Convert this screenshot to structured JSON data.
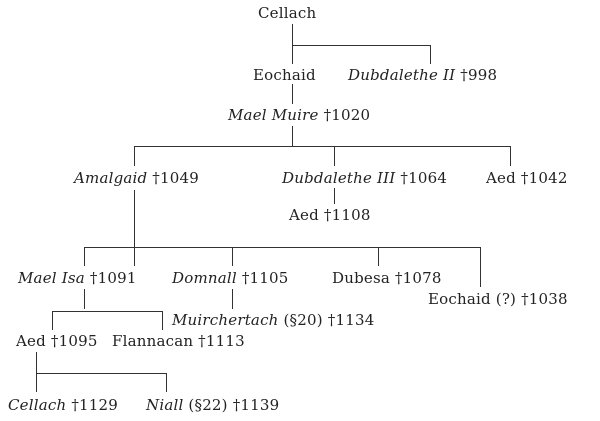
{
  "people": {
    "cellach_root": {
      "given": "Cellach",
      "suffix": "",
      "italic": false
    },
    "eochaid": {
      "given": "Eochaid",
      "suffix": "",
      "italic": false
    },
    "dubdalethe_ii": {
      "given": "Dubdalethe II",
      "suffix": " †998",
      "italic": true
    },
    "mael_muire": {
      "given": "Mael Muire",
      "suffix": " †1020",
      "italic": true
    },
    "amalgaid": {
      "given": "Amalgaid",
      "suffix": " †1049",
      "italic": true
    },
    "dubdalethe_iii": {
      "given": "Dubdalethe III",
      "suffix": " †1064",
      "italic": true
    },
    "aed_1042": {
      "given": "Aed",
      "suffix": " †1042",
      "italic": false
    },
    "aed_1108": {
      "given": "Aed",
      "suffix": " †1108",
      "italic": false
    },
    "mael_isa": {
      "given": "Mael Isa",
      "suffix": " †1091",
      "italic": true
    },
    "domnall": {
      "given": "Domnall",
      "suffix": " †1105",
      "italic": true
    },
    "dubesa": {
      "given": "Dubesa",
      "suffix": " †1078",
      "italic": false
    },
    "eochaid_q": {
      "given": "Eochaid",
      "suffix": " (?) †1038",
      "italic": false
    },
    "muirchertach": {
      "given": "Muirchertach",
      "suffix": " (§20) †1134",
      "italic": true
    },
    "aed_1095": {
      "given": "Aed",
      "suffix": " †1095",
      "italic": false
    },
    "flannacan": {
      "given": "Flannacan",
      "suffix": " †1113",
      "italic": false
    },
    "cellach_1129": {
      "given": "Cellach",
      "suffix": " †1129",
      "italic": true
    },
    "niall": {
      "given": "Niall",
      "suffix": " (§22) †1139",
      "italic": true
    }
  },
  "colors": {
    "ink": "#222222",
    "line": "#333333",
    "background": "#ffffff"
  }
}
